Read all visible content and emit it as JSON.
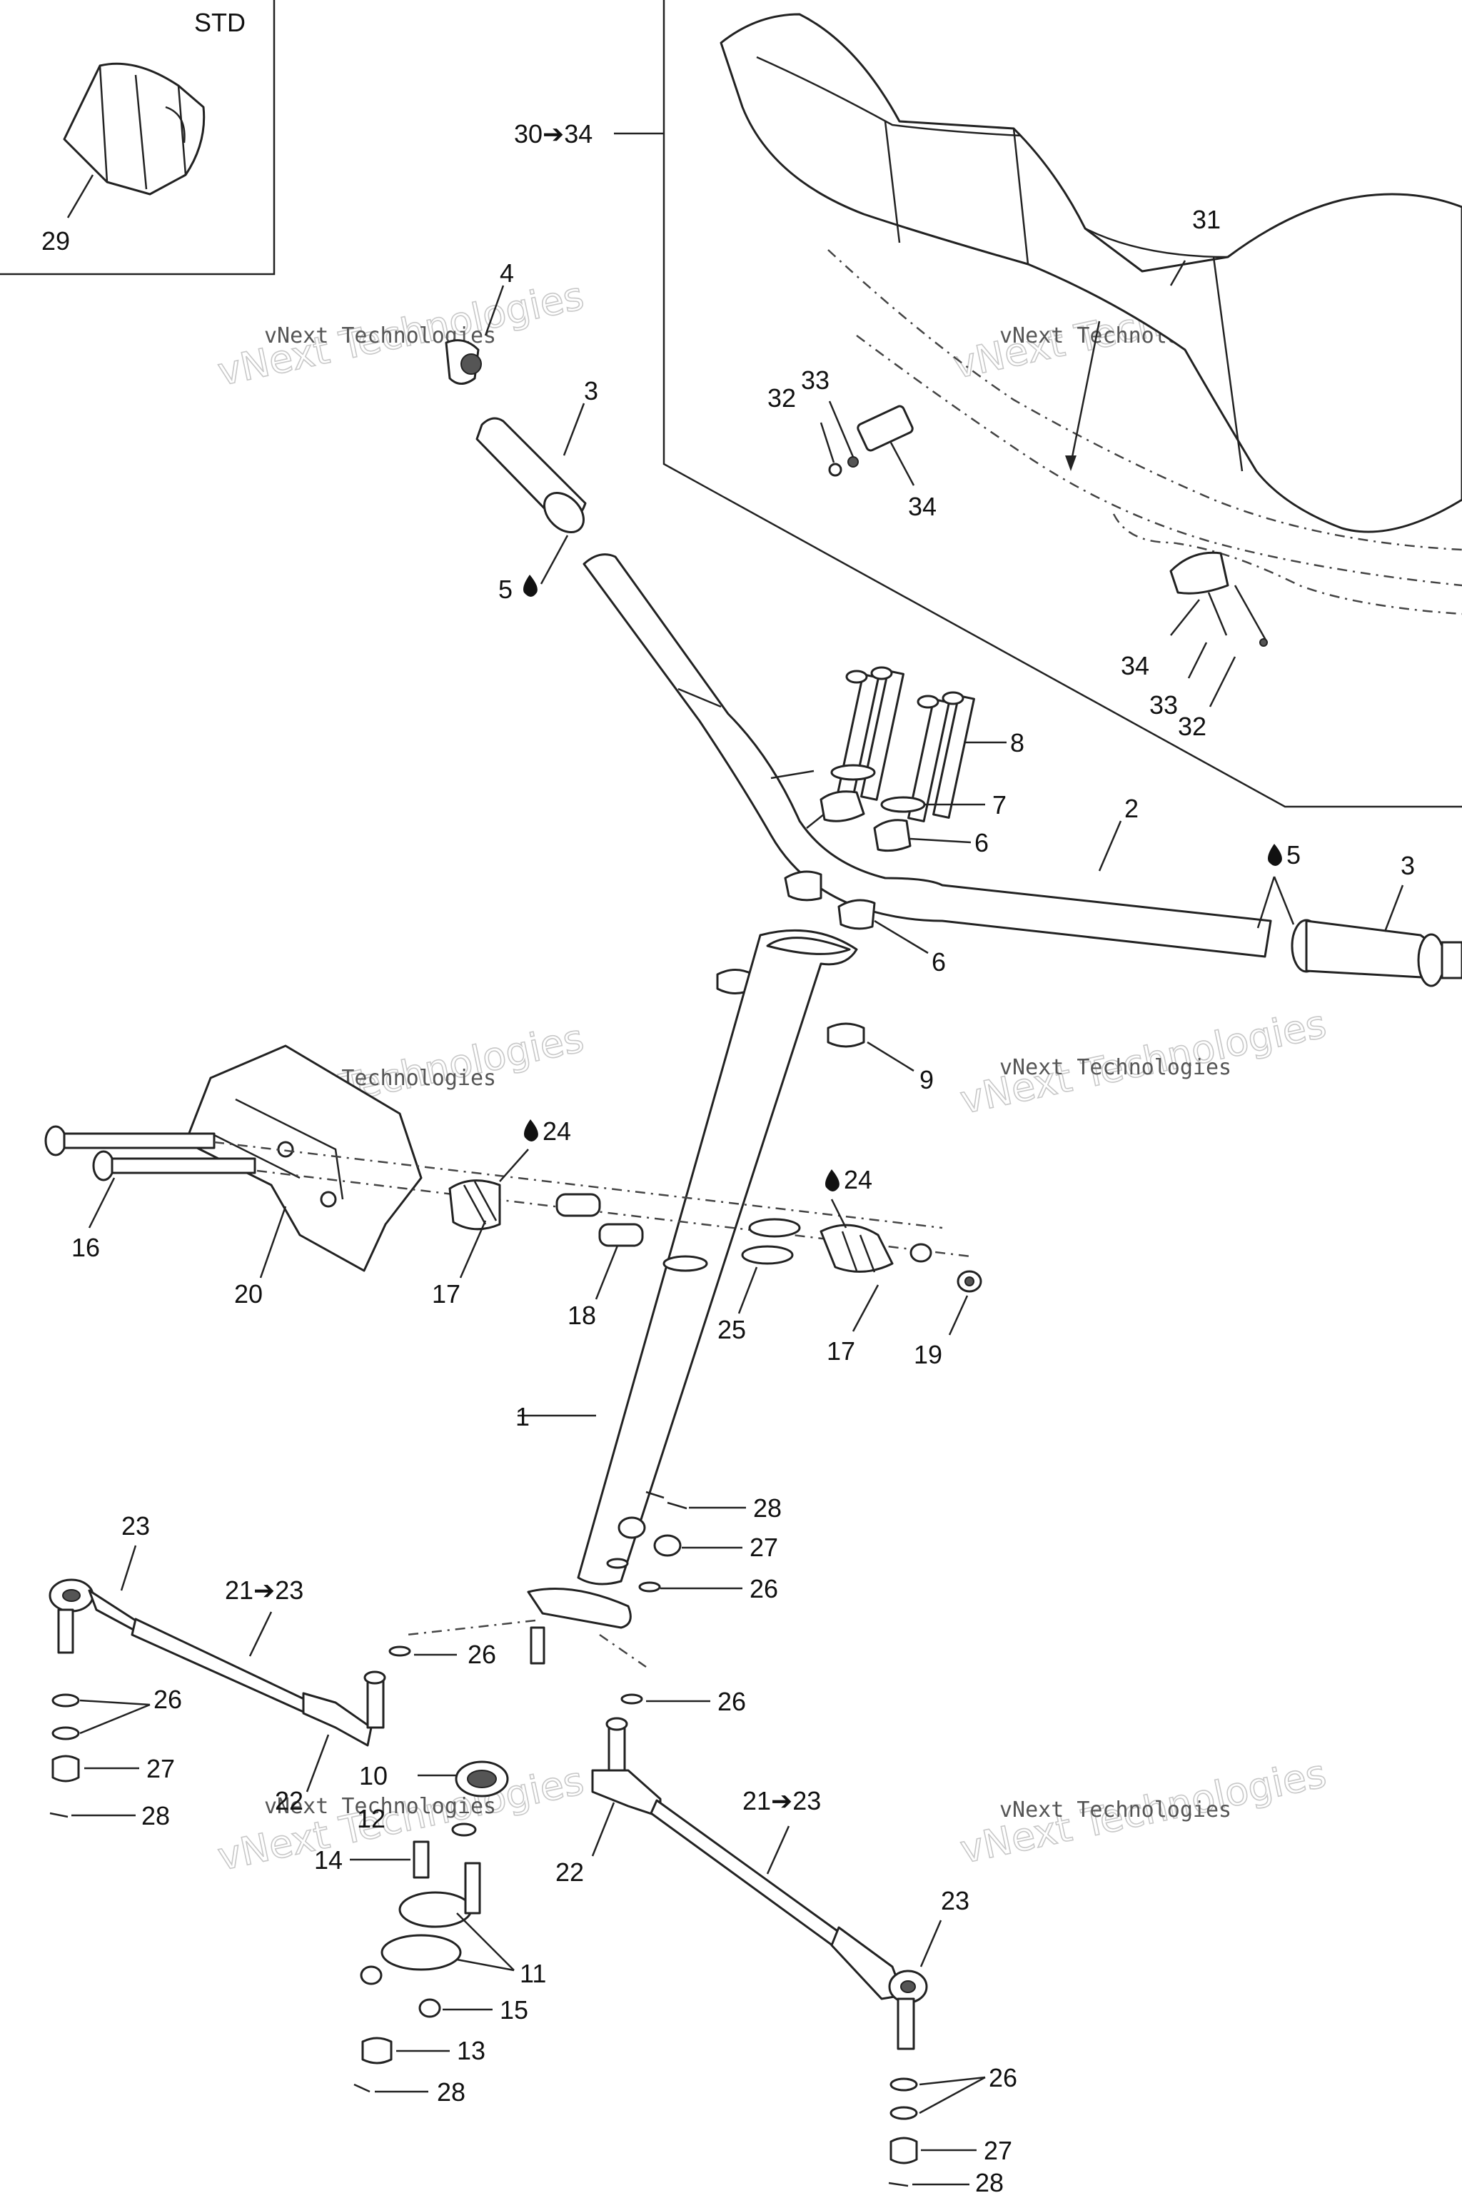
{
  "inset_std": {
    "title": "STD",
    "part": "29"
  },
  "kit_label": "30➔34",
  "callouts": {
    "c1": "1",
    "c2": "2",
    "c3a": "3",
    "c3b": "3",
    "c4": "4",
    "c5a": "5",
    "c5b": "5",
    "c6a": "6",
    "c6b": "6",
    "c7": "7",
    "c8": "8",
    "c9": "9",
    "c10": "10",
    "c11": "11",
    "c12": "12",
    "c13": "13",
    "c14": "14",
    "c15": "15",
    "c16": "16",
    "c17a": "17",
    "c17b": "17",
    "c18": "18",
    "c19": "19",
    "c20": "20",
    "c21a": "21➔23",
    "c21b": "21➔23",
    "c22a": "22",
    "c22b": "22",
    "c23a": "23",
    "c23b": "23",
    "c24a": "24",
    "c24b": "24",
    "c25": "25",
    "c26a": "26",
    "c26b": "26",
    "c26c": "26",
    "c26d": "26",
    "c26e": "26",
    "c27a": "27",
    "c27b": "27",
    "c27c": "27",
    "c28a": "28",
    "c28b": "28",
    "c28c": "28",
    "c28d": "28",
    "c31": "31",
    "c32a": "32",
    "c32b": "32",
    "c33a": "33",
    "c33b": "33",
    "c34a": "34",
    "c34b": "34"
  },
  "watermark": {
    "line1": "vNext Technologies",
    "line2": "vNext Technologies"
  },
  "colors": {
    "line": "#222222",
    "background": "#ffffff",
    "watermark": "#c8c8c8"
  }
}
